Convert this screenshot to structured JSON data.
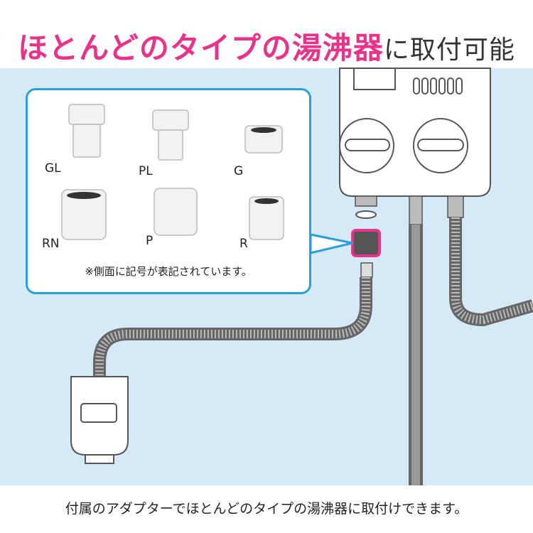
{
  "title": {
    "highlight": "ほとんどのタイプの湯沸器",
    "rest": "に取付可能"
  },
  "adapters": [
    {
      "label": "GL"
    },
    {
      "label": "PL"
    },
    {
      "label": "G"
    },
    {
      "label": "RN"
    },
    {
      "label": "P"
    },
    {
      "label": "R"
    }
  ],
  "note": "※側面に記号が表記されています。",
  "caption": "付属のアダプターでほとんどのタイプの湯沸器に取付けできます。",
  "colors": {
    "accent": "#e8338b",
    "callout_border": "#2b9fd9",
    "background": "#d6e9f6"
  }
}
